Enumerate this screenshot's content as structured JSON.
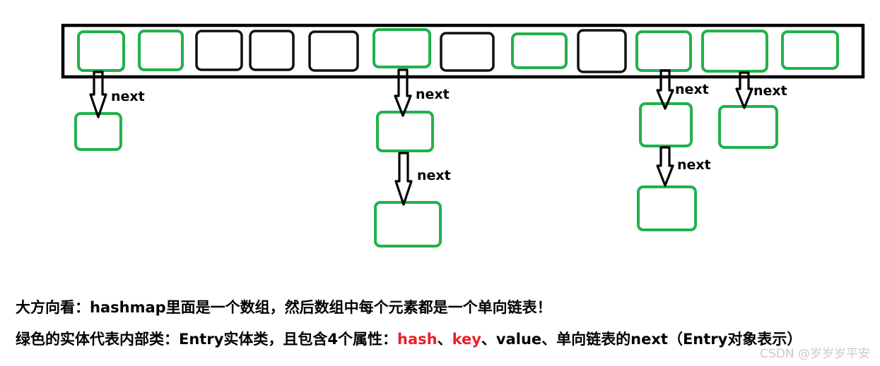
{
  "colors": {
    "entry": "#22b14c",
    "empty": "#111111",
    "highlight": "#e8202a"
  },
  "diagram": {
    "bucket_states": [
      "entry",
      "entry",
      "empty",
      "empty",
      "empty",
      "entry",
      "empty",
      "entry",
      "empty",
      "entry",
      "entry",
      "entry"
    ],
    "arrow_label": "next"
  },
  "caption_1": {
    "text": "大方向看：hashmap里面是一个数组，然后数组中每个元素都是一个单向链表！"
  },
  "caption_2": {
    "prefix": "绿色的实体代表内部类：Entry实体类，且包含4个属性：",
    "hash": "hash",
    "sep1": "、",
    "key": "key",
    "rest": "、value、单向链表的next（Entry对象表示）"
  },
  "watermark": "CSDN @岁岁岁平安"
}
